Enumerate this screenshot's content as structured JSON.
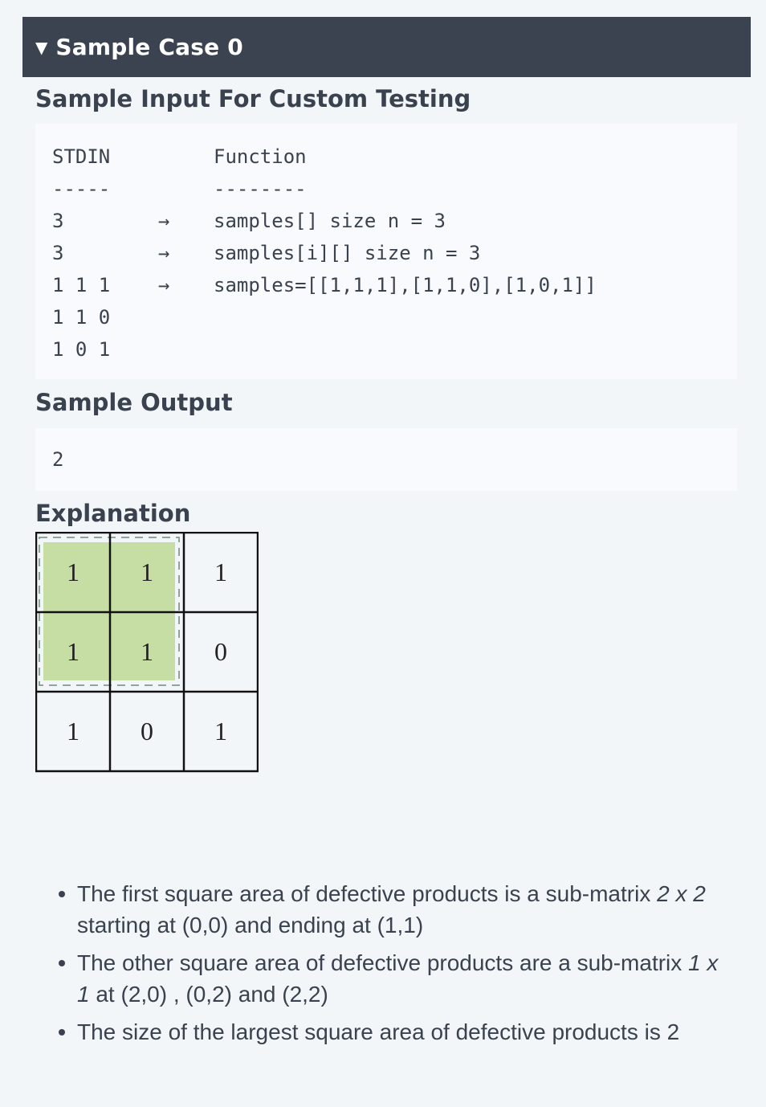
{
  "sample_case": {
    "toggle_icon": "triangle-down-icon",
    "toggle_glyph": "▼",
    "title": "Sample Case 0"
  },
  "input_section": {
    "heading": "Sample Input For Custom Testing",
    "header_left": "STDIN",
    "header_right": "Function",
    "divider_left": "-----",
    "divider_right": "--------",
    "lines": [
      {
        "stdin": "3",
        "arrow": "→",
        "function": "samples[] size n = 3"
      },
      {
        "stdin": "3",
        "arrow": "→",
        "function": "samples[i][] size n = 3"
      },
      {
        "stdin": "1 1 1",
        "arrow": "→",
        "function": "samples=[[1,1,1],[1,1,0],[1,0,1]]"
      },
      {
        "stdin": "1 1 0",
        "arrow": "",
        "function": ""
      },
      {
        "stdin": "1 0 1",
        "arrow": "",
        "function": ""
      }
    ]
  },
  "output_section": {
    "heading": "Sample Output",
    "value": "2"
  },
  "explanation": {
    "heading": "Explanation",
    "matrix": [
      [
        "1",
        "1",
        "1"
      ],
      [
        "1",
        "1",
        "0"
      ],
      [
        "1",
        "0",
        "1"
      ]
    ],
    "highlight_color": "#c6dda4",
    "bullets": {
      "b1_text1": "The first  square area of defective products is a sub-matrix ",
      "b1_em": "2 x 2",
      "b1_text2": " starting at (0,0) and ending at (1,1)",
      "b2_text1": "The other square area of defective products are a sub-matrix ",
      "b2_em": "1 x 1",
      "b2_text2": " at (2,0) ,  (0,2) and (2,2)",
      "b3_text": "The size of the largest square area of defective products is 2"
    }
  }
}
